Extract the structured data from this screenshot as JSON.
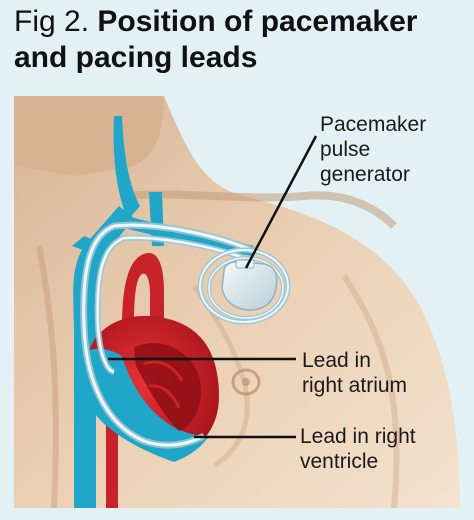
{
  "figure": {
    "number": "Fig 2.",
    "title": "Position of pacemaker and pacing leads"
  },
  "labels": {
    "generator": [
      "Pacemaker",
      "pulse",
      "generator"
    ],
    "atrium": [
      "Lead in",
      "right atrium"
    ],
    "ventricle": [
      "Lead in right",
      "ventricle"
    ]
  },
  "colors": {
    "background": "#e3f1f4",
    "skin": "#e7c9aa",
    "skin_shade": "#c89e7c",
    "vessel_blue": "#1fa6c8",
    "vessel_red": "#c8232a",
    "heart_red": "#d6212a",
    "lead": "#e8f3f6",
    "generator": "#cfe0e7"
  }
}
